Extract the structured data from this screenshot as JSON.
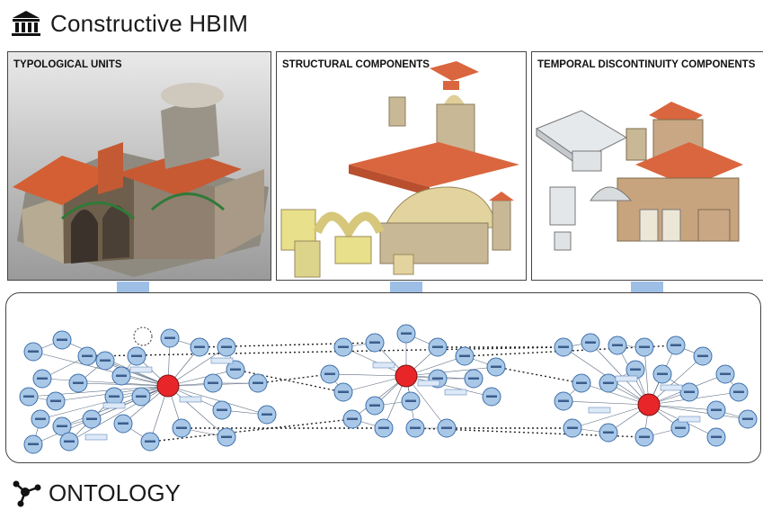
{
  "title": {
    "text": "Constructive HBIM",
    "icon": "institution-building-icon"
  },
  "panels": [
    {
      "label": "TYPOLOGICAL UNITS"
    },
    {
      "label": "STRUCTURAL COMPONENTS"
    },
    {
      "label": "TEMPORAL DISCONTINUITY COMPONENTS"
    }
  ],
  "ontology": {
    "label": "ONTOLOGY",
    "icon": "network-nodes-icon"
  },
  "colors": {
    "node_fill": "#a9c8e8",
    "node_stroke": "#3e6fa8",
    "highlight": "#e8262a",
    "arrow": "#9dbfe6",
    "roof": "#d9663e",
    "wall": "#c9b896"
  }
}
